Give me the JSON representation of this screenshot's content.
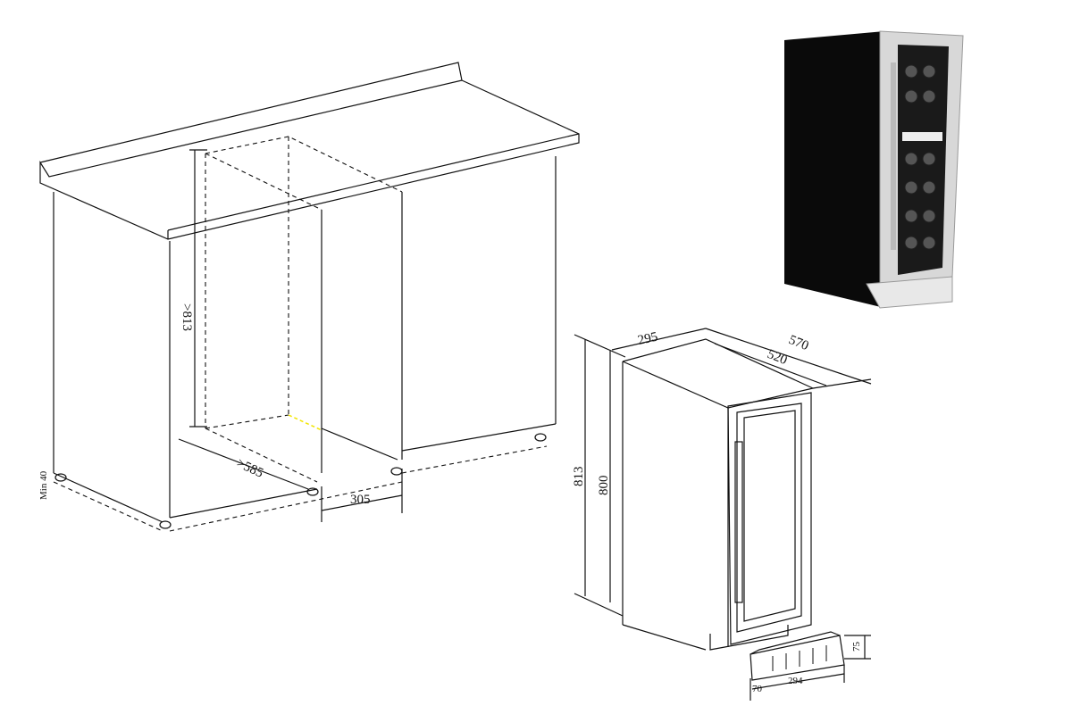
{
  "cabinet_diagram": {
    "height_label": ">813",
    "depth_label": ">585",
    "width_label": "305",
    "min_gap_label": "Min 40"
  },
  "appliance_diagram": {
    "width_label": "295",
    "depth_total_label": "570",
    "depth_body_label": "520",
    "height_total_label": "813",
    "height_body_label": "800"
  },
  "kickplate_diagram": {
    "height_label": "75",
    "depth_label": "70",
    "width_label": "294"
  },
  "colors": {
    "appliance_body": "#0a0a0a",
    "stainless": "#d8d8d8",
    "highlight_line": "#f2e600"
  }
}
